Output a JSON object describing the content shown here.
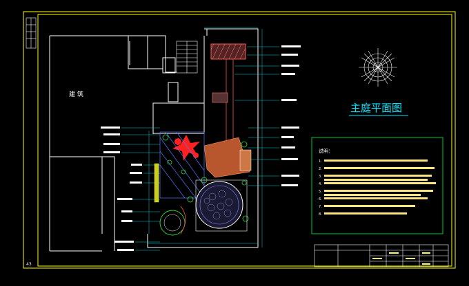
{
  "drawing": {
    "title": "主庭平面图",
    "building_label": "建    筑",
    "sheet_number": "43",
    "colors": {
      "background": "#000000",
      "frame": "#ffff00",
      "title": "#00e5ff",
      "notes_border": "#00cc33",
      "building": "#ffffff",
      "paving": "#cc6633",
      "accent_red": "#ff2222",
      "blue_plan": "#4466ff",
      "green_plan": "#33cc33"
    }
  },
  "notes": {
    "heading": "说明：",
    "items": [
      "1.",
      "2.",
      "3.",
      "4.",
      "5.",
      "6.",
      "7.",
      "8."
    ]
  },
  "title_block": {
    "rows": 5,
    "cols": 6
  }
}
